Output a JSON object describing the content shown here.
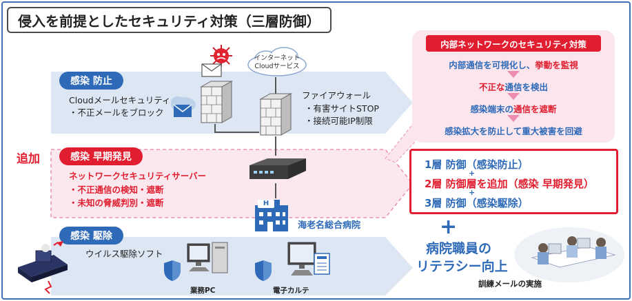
{
  "title": "侵入を前提としたセキュリティ対策（三層防御）",
  "cloud": {
    "label_line1": "インターネット",
    "label_line2": "Cloudサービス"
  },
  "band1": {
    "label": "感染 防止",
    "text_line1": "Cloudメールセキュリティ",
    "text_line2": "・不正メールをブロック",
    "fw_title": "ファイアウォール",
    "fw_item1": "・有害サイトSTOP",
    "fw_item2": "・接続可能IP制限"
  },
  "band2": {
    "added": "追加",
    "label": "感染 早期発見",
    "text_title": "ネットワークセキュリティサーバー",
    "text_item1": "・不正通信の検知・遮断",
    "text_item2": "・未知の脅威判別・遮断"
  },
  "hospital": {
    "name": "海老名総合病院",
    "emblem": "H"
  },
  "band3": {
    "label": "感染 駆除",
    "text": "ウイルス駆除ソフト",
    "pc_label": "業務PC",
    "karte_label": "電子カルテ"
  },
  "internal_panel": {
    "title": "内部ネットワークのセキュリティ対策",
    "step1_a": "内部通信を可視化し、",
    "step1_b": "挙動を監視",
    "step2_a": "不正な",
    "step2_b": "通信を検出",
    "step3_a": "感染端末の",
    "step3_b": "通信を遮断",
    "step4": "感染拡大を防止して重大被害を回避"
  },
  "layers": {
    "layer1": "1層 防御（感染防止）",
    "plus": "+",
    "layer2": "2層 防御層を追加（感染 早期発見）",
    "layer3": "3層 防御（感染駆除）"
  },
  "literacy": {
    "plus": "+",
    "line1": "病院職員の",
    "line2": "リテラシー向上",
    "training": "訓練メールの実施"
  },
  "colors": {
    "accent_blue": "#2e6ab8",
    "accent_red": "#e01e2f",
    "panel_pink": "#fbe6ee"
  }
}
